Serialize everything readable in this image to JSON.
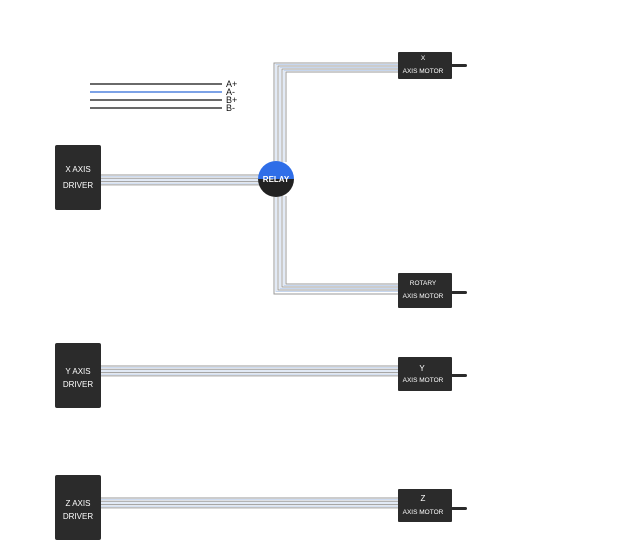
{
  "legend": [
    {
      "label": "A+",
      "color": "#111111"
    },
    {
      "label": "A-",
      "color": "#2e6bd6"
    },
    {
      "label": "B+",
      "color": "#111111"
    },
    {
      "label": "B-",
      "color": "#111111"
    }
  ],
  "drivers": {
    "x": {
      "line1": "X AXIS",
      "line2": "DRIVER"
    },
    "y": {
      "line1": "Y AXIS",
      "line2": "DRIVER"
    },
    "z": {
      "line1": "Z AXIS",
      "line2": "DRIVER"
    }
  },
  "relay": {
    "label": "RELAY",
    "color_top": "#2f6ee8",
    "color_bottom": "#222222"
  },
  "motors": {
    "x": {
      "line1": "X",
      "line2": "AXIS  MOTOR"
    },
    "rotary": {
      "line1": "ROTARY",
      "line2": "AXIS  MOTOR"
    },
    "y": {
      "line1": "Y",
      "line2": "AXIS  MOTOR"
    },
    "z": {
      "line1": "Z",
      "line2": "AXIS  MOTOR"
    }
  },
  "colors": {
    "box": "#2b2b2b",
    "wire_outer": "#9a9a9a",
    "wire_inner": "#c6d6ee"
  }
}
